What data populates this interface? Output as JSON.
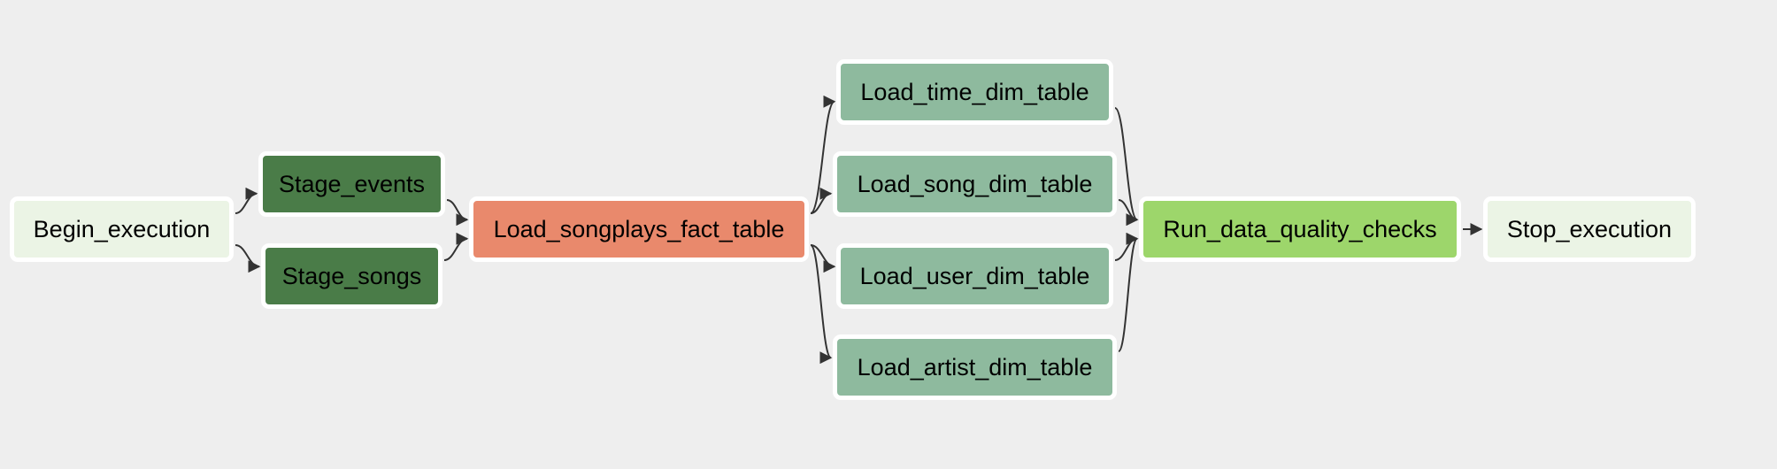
{
  "dag": {
    "nodes": [
      {
        "id": "begin",
        "label": "Begin_execution",
        "color": "#ebf4e5"
      },
      {
        "id": "stage_events",
        "label": "Stage_events",
        "color": "#4a7c48"
      },
      {
        "id": "stage_songs",
        "label": "Stage_songs",
        "color": "#4a7c48"
      },
      {
        "id": "load_songplays",
        "label": "Load_songplays_fact_table",
        "color": "#e9896c"
      },
      {
        "id": "load_time",
        "label": "Load_time_dim_table",
        "color": "#8eba9e"
      },
      {
        "id": "load_song",
        "label": "Load_song_dim_table",
        "color": "#8eba9e"
      },
      {
        "id": "load_user",
        "label": "Load_user_dim_table",
        "color": "#8eba9e"
      },
      {
        "id": "load_artist",
        "label": "Load_artist_dim_table",
        "color": "#8eba9e"
      },
      {
        "id": "quality",
        "label": "Run_data_quality_checks",
        "color": "#9dd66b"
      },
      {
        "id": "stop",
        "label": "Stop_execution",
        "color": "#ebf4e5"
      }
    ],
    "edges": [
      [
        "begin",
        "stage_events"
      ],
      [
        "begin",
        "stage_songs"
      ],
      [
        "stage_events",
        "load_songplays"
      ],
      [
        "stage_songs",
        "load_songplays"
      ],
      [
        "load_songplays",
        "load_time"
      ],
      [
        "load_songplays",
        "load_song"
      ],
      [
        "load_songplays",
        "load_user"
      ],
      [
        "load_songplays",
        "load_artist"
      ],
      [
        "load_time",
        "quality"
      ],
      [
        "load_song",
        "quality"
      ],
      [
        "load_user",
        "quality"
      ],
      [
        "load_artist",
        "quality"
      ],
      [
        "quality",
        "stop"
      ]
    ],
    "edge_color": "#333333"
  }
}
